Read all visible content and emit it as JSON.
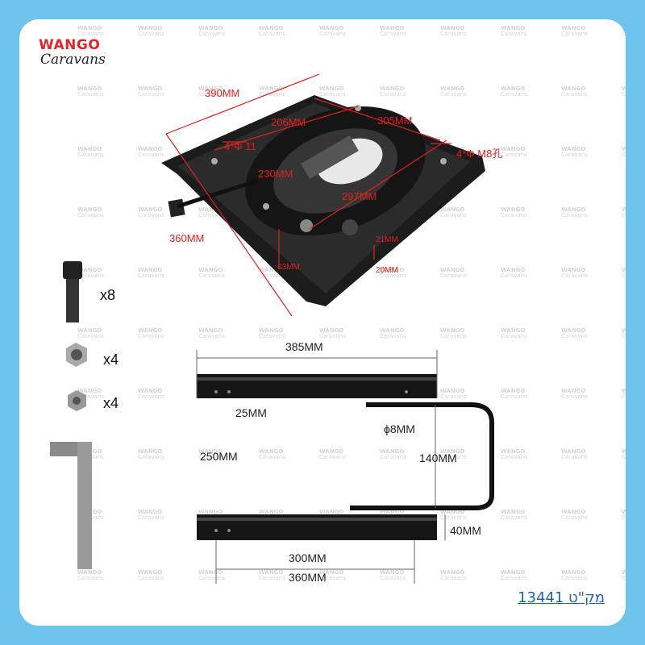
{
  "brand": {
    "line1": "WANGO",
    "line2": "Caravans"
  },
  "watermark": {
    "line1": "WANGO",
    "line2": "Caravans"
  },
  "swivel_dimensions": {
    "width_top": "390MM",
    "diag_left": "360MM",
    "inner_206": "206MM",
    "inner_305": "305MM",
    "holes_left": "4*Φ 11",
    "holes_right": "4*Φ  M8孔",
    "inner_230": "230MM",
    "inner_297": "297MM",
    "side_21": "21MM",
    "side_20": "20MM",
    "height_43": "43MM"
  },
  "rail_dimensions": {
    "length_385": "385MM",
    "rail_25": "25MM",
    "hole_8": "ϕ8MM",
    "spacing_250": "250MM",
    "handle_140": "140MM",
    "rail_40": "40MM",
    "hole_span_300": "300MM",
    "length_360": "360MM"
  },
  "hardware": [
    {
      "name": "bolt",
      "qty": "x8"
    },
    {
      "name": "nut-large",
      "qty": "x4"
    },
    {
      "name": "nut-small",
      "qty": "x4"
    }
  ],
  "sku_label": "מק\"ט 13441"
}
